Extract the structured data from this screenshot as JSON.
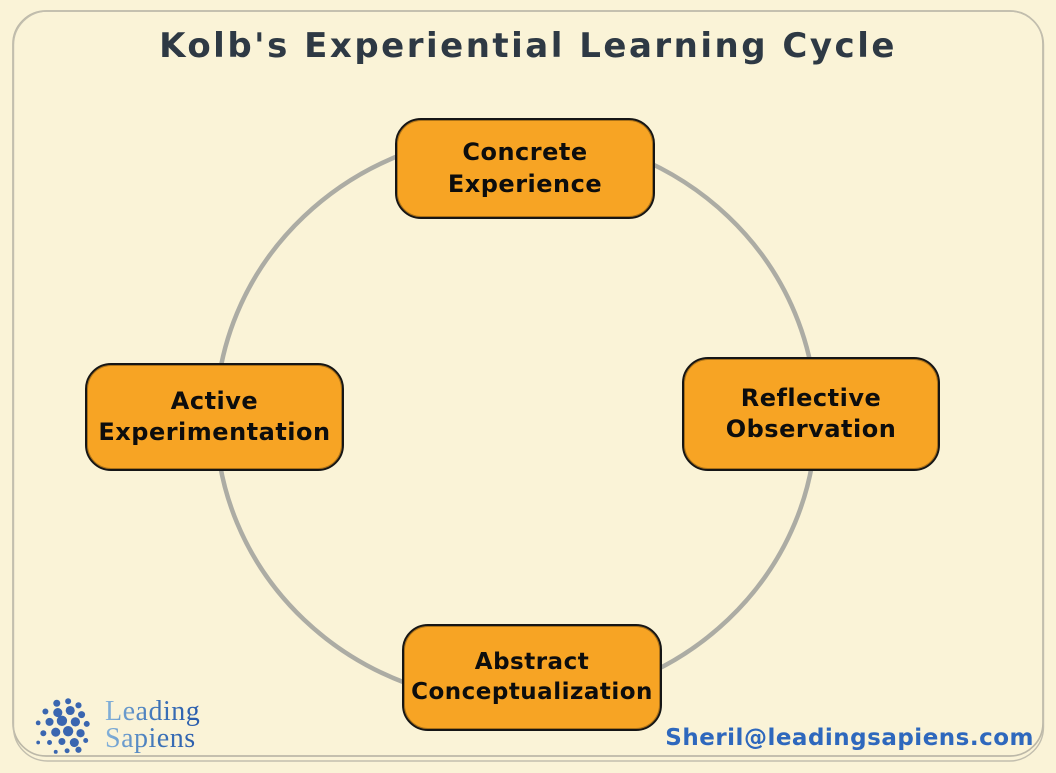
{
  "title": "Kolb's Experiential Learning Cycle",
  "chart_type": "cycle-diagram",
  "diagram": {
    "connector": "circle",
    "nodes": [
      {
        "id": "concrete-experience",
        "position": "top",
        "label": "Concrete\nExperience"
      },
      {
        "id": "reflective-observation",
        "position": "right",
        "label": "Reflective\nObservation"
      },
      {
        "id": "abstract-conceptualization",
        "position": "bottom",
        "label": "Abstract\nConceptualization"
      },
      {
        "id": "active-experimentation",
        "position": "left",
        "label": "Active\nExperimentation"
      }
    ]
  },
  "footer": {
    "logo": {
      "mark": "blue-dot-cluster-globe",
      "line1": "Leading",
      "line2": "Sapiens"
    },
    "email": "Sheril@leadingsapiens.com"
  },
  "colors": {
    "background": "#FAF3D7",
    "node_fill": "#F7A424",
    "node_border": "#151515",
    "node_text": "#0D0D0D",
    "circle_stroke": "#ACACA4",
    "frame_stroke": "#BCB8A8",
    "title_text": "#2E3944",
    "email_text": "#2E68BD",
    "logo_blue_light": "#85B2D9",
    "logo_blue_dark": "#2A5CAC"
  }
}
